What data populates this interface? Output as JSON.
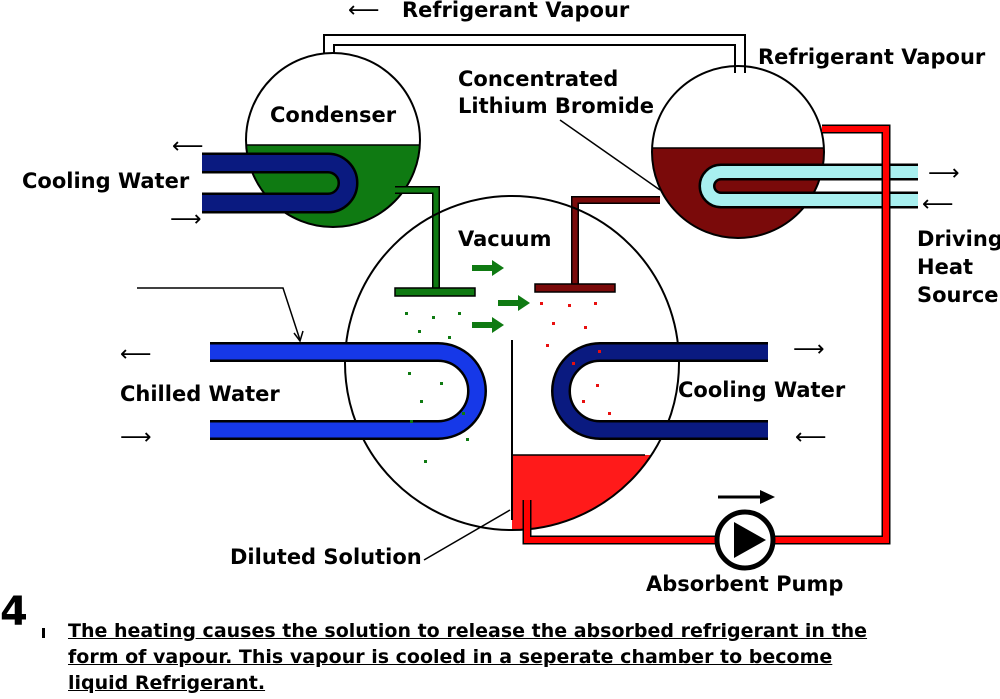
{
  "labels": {
    "top_vapour": "Refrigerant Vapour",
    "right_vapour": "Refrigerant Vapour",
    "condenser": "Condenser",
    "concentrated_1": "Concentrated",
    "concentrated_2": "Lithium Bromide",
    "cooling_water_left": "Cooling Water",
    "vacuum": "Vacuum",
    "driving_1": "Driving",
    "driving_2": "Heat",
    "driving_3": "Source",
    "chilled_water": "Chilled Water",
    "cooling_water_right": "Cooling Water",
    "diluted_solution": "Diluted Solution",
    "absorbent_pump": "Absorbent Pump"
  },
  "step": {
    "number": "4",
    "lines": [
      "The heating causes the solution to release the absorbed refrigerant in the",
      "form of vapour. This vapour is cooled in a seperate chamber to become",
      "liquid Refrigerant."
    ]
  },
  "colors": {
    "condenser_green": "#0f7a12",
    "generator_maroon": "#7a0a0a",
    "cooling_coil_navy": "#0a1a80",
    "chilled_coil_blue": "#1638e8",
    "heat_coil_cyan": "#a8f0f0",
    "solution_red": "#ff1a1a",
    "pipe_red": "#ff0000"
  }
}
